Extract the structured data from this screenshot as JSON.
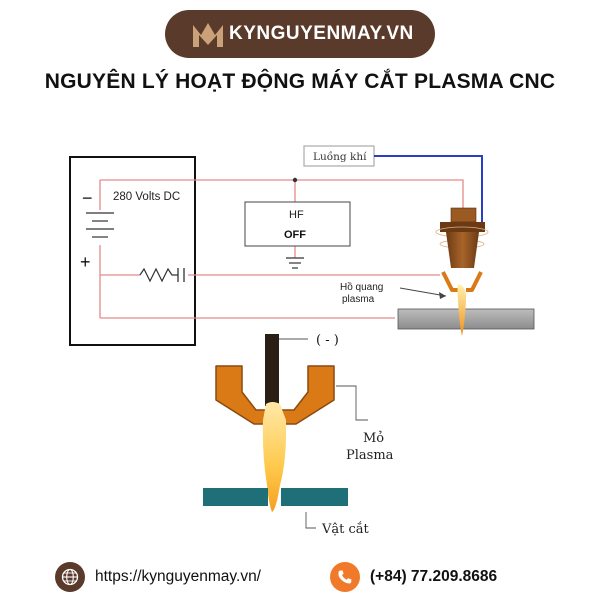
{
  "header": {
    "brand": "KYNGUYENMAY.VN",
    "title": "NGUYÊN LÝ HOẠT ĐỘNG MÁY CẮT PLASMA CNC"
  },
  "circuit": {
    "voltage_label": "280 Volts DC",
    "minus_sign": "−",
    "plus_sign": "+",
    "hf_label": "HF",
    "hf_state": "OFF",
    "gas_label": "Luồng khí",
    "arc_label_line1": "Hồ quang",
    "arc_label_line2": "plasma"
  },
  "detail": {
    "electrode_sign": "( - )",
    "torch_label_line1": "Mỏ",
    "torch_label_line2": "Plasma",
    "workpiece_label": "Vật cắt"
  },
  "colors": {
    "brand_brown": "#5a3a2a",
    "wire_red": "#e38a8a",
    "gas_blue": "#2b3fc4",
    "torch_brown": "#8a4a1e",
    "nozzle_orange": "#d97a16",
    "flame_yellow": "#ffd46a",
    "workpiece_teal": "#1f6f78",
    "phone_orange": "#f07a2a"
  },
  "footer": {
    "website": "https://kynguyenmay.vn/",
    "phone": "(+84) 77.209.8686",
    "web_icon": "globe-icon",
    "phone_icon": "phone-icon"
  }
}
